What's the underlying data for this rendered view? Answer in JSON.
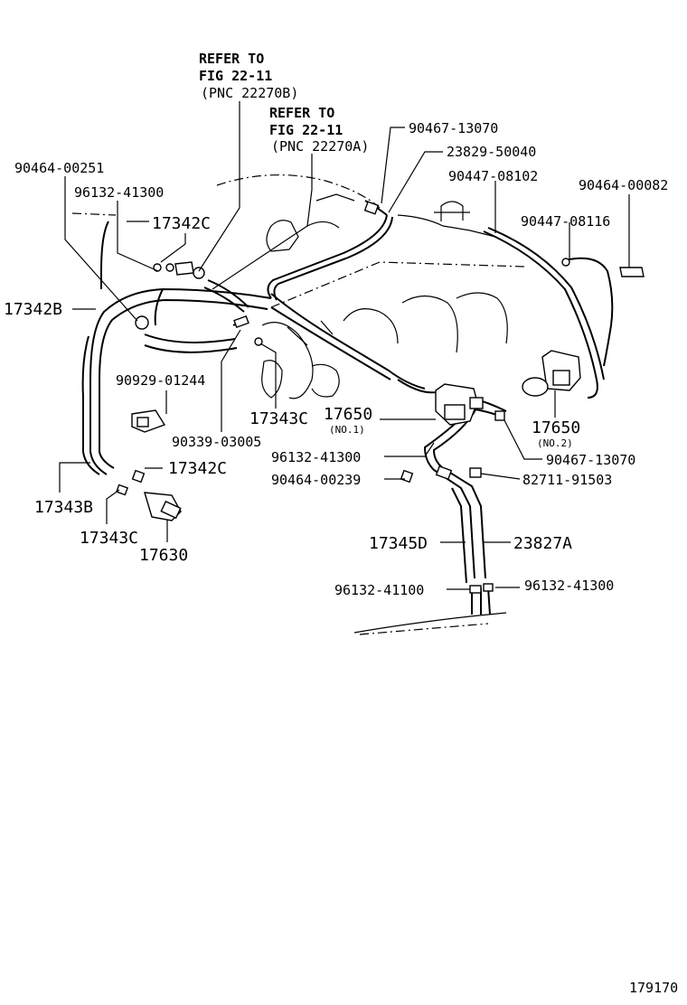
{
  "refs": {
    "r1_line1": "REFER TO",
    "r1_line2": "FIG 22-11",
    "r1_line3": "(PNC 22270B)",
    "r2_line1": "REFER TO",
    "r2_line2": "FIG 22-11",
    "r2_line3": "(PNC 22270A)"
  },
  "labels": {
    "p90467_13070_top": "90467-13070",
    "p23829_50040": "23829-50040",
    "p90447_08102": "90447-08102",
    "p90464_00082": "90464-00082",
    "p90447_08116": "90447-08116",
    "p90464_00251": "90464-00251",
    "p96132_41300_top": "96132-41300",
    "p17342C_top": "17342C",
    "p17342B": "17342B",
    "p90929_01244": "90929-01244",
    "p17343C_mid": "17343C",
    "p90339_03005": "90339-03005",
    "p17650_no1": "17650",
    "no1": "(NO.1)",
    "p17650_no2": "17650",
    "no2": "(NO.2)",
    "p96132_41300_mid": "96132-41300",
    "p90467_13070_bot": "90467-13070",
    "p90464_00239": "90464-00239",
    "p82711_91503": "82711-91503",
    "p17342C_bot": "17342C",
    "p17343B": "17343B",
    "p17343C_bot": "17343C",
    "p17630": "17630",
    "p17345D": "17345D",
    "p23827A": "23827A",
    "p96132_41100": "96132-41100",
    "p96132_41300_bot": "96132-41300",
    "diagram_id": "179170"
  }
}
